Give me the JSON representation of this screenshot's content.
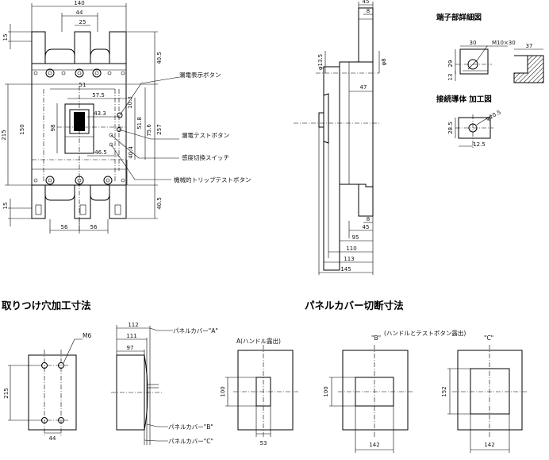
{
  "headings": {
    "mount_hole": "取りつけ穴加工寸法",
    "panel_cut": "パネルカバー切断寸法",
    "terminal_detail": "端子部詳細図",
    "conductor_machining": "接続導体 加工図"
  },
  "callouts": {
    "leak_indicator": "漏電表示ボタン",
    "leak_test": "漏電テストボタン",
    "sensitivity_switch": "感度切換スイッチ",
    "mech_trip_test": "機械的トリップテストボタン",
    "panel_a": "パネルカバー\"A\"",
    "panel_b": "パネルカバー\"B\"",
    "panel_c": "パネルカバー\"C\"",
    "cut_a_title": "A(ハンドル露出)",
    "cut_b_title": "\"B\"",
    "cut_b_note": "(ハンドルとテストボタン露出)",
    "cut_c_title": "\"C\"",
    "screw": "M6"
  },
  "front_view": {
    "d140": "140",
    "d44": "44",
    "d25": "25",
    "d15top": "15",
    "d405top": "40.5",
    "d51": "51",
    "d575": "57.5",
    "d103": "10.3",
    "d433": "43.3",
    "d98": "98",
    "d150": "150",
    "d215": "215",
    "d518": "51.8",
    "d756": "75.6",
    "d257": "257",
    "d465": "46.5",
    "d404": "40.4",
    "d15bot": "15",
    "d405bot": "40.5",
    "d56l": "56",
    "d56r": "56"
  },
  "side_view": {
    "d45top": "45",
    "d8top": "8",
    "d135": "φ13.5",
    "d8phi": "φ8",
    "d47": "47",
    "d8bot": "8",
    "d45bot": "45",
    "d95": "95",
    "d110": "110",
    "d113": "113",
    "d145": "145"
  },
  "terminal": {
    "d30": "30",
    "m10": "M10×30",
    "d37": "37",
    "d29": "29",
    "d13": "13"
  },
  "conductor": {
    "phi105": "φ10.5",
    "d285": "28.5",
    "d125": "12.5"
  },
  "mount": {
    "d215": "215",
    "d44": "44"
  },
  "side_small": {
    "d112": "112",
    "d111": "111",
    "d97": "97"
  },
  "cutouts": {
    "a_h": "100",
    "a_w": "53",
    "b_h": "100",
    "b_w": "142",
    "c_h": "152",
    "c_w": "142"
  }
}
